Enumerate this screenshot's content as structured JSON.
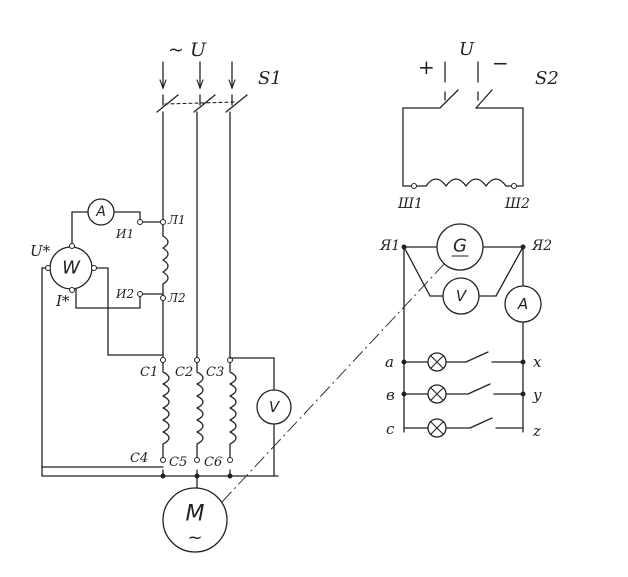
{
  "supply": {
    "ac_label": "~ U",
    "dc_label": "U",
    "plus": "+",
    "minus": "−",
    "switch_ac": "S1",
    "switch_dc": "S2"
  },
  "field_terminals": {
    "start": "Ш1",
    "end": "Ш2"
  },
  "ammeter_ac": "A",
  "wattmeter": {
    "symbol": "W",
    "u_mark": "U*",
    "i_mark": "I*"
  },
  "wattmeter_terminals": {
    "i1": "И1",
    "i2": "И2",
    "l1": "Л1",
    "l2": "Л2"
  },
  "stator_terminals": {
    "c1": "C1",
    "c2": "C2",
    "c3": "C3",
    "c4": "C4",
    "c5": "C5",
    "c6": "C6"
  },
  "voltmeter_ac": "V",
  "motor": {
    "symbol": "M",
    "ac_mark": "~"
  },
  "generator": {
    "symbol": "G",
    "a1": "Я1",
    "a2": "Я2"
  },
  "voltmeter_dc": "V",
  "ammeter_dc": "A",
  "load_terminals": {
    "a": "a",
    "b": "в",
    "c": "c",
    "x": "x",
    "y": "y",
    "z": "z"
  }
}
